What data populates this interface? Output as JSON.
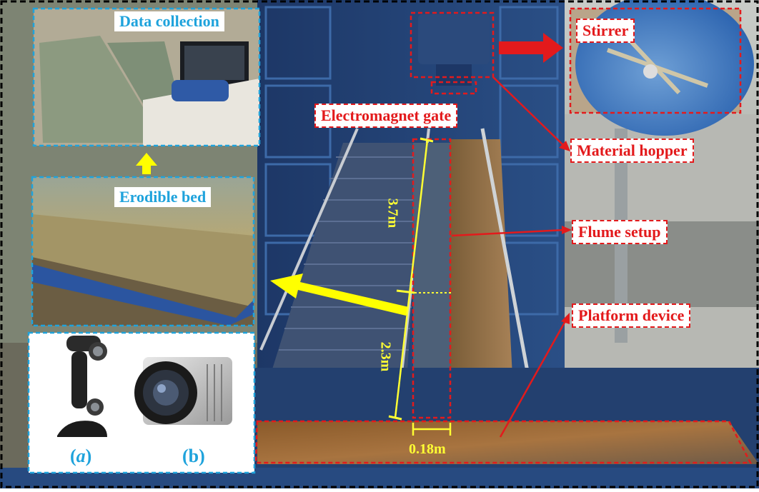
{
  "labels": {
    "stirrer": "Stirrer",
    "material_hopper": "Material hopper",
    "electromagnet_gate": "Electromagnet gate",
    "flume_setup": "Flume setup",
    "platform_device": "Platform device",
    "data_collection": "Data collection",
    "erodible_bed": "Erodible bed"
  },
  "dimensions": {
    "upper_length": "3.7m",
    "lower_length": "2.3m",
    "width": "0.18m"
  },
  "captions": {
    "a_open": "(",
    "a_letter": "a",
    "a_close": ")",
    "b": "(b)"
  },
  "colors": {
    "callout_red": "#e31a1c",
    "inset_blue": "#1fa3dc",
    "dimension_yellow": "#ffff33",
    "frame_blue": "#21406f"
  }
}
